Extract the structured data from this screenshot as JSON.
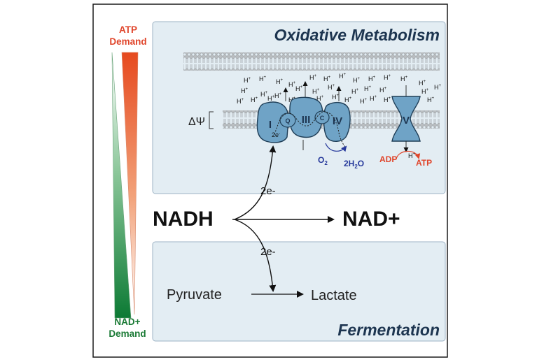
{
  "left_bar": {
    "atp_line1": "ATP",
    "atp_line2": "Demand",
    "nad_line1": "NAD+",
    "nad_line2": "Demand",
    "atp_color": "#e64a2e",
    "nad_color": "#1a7a35"
  },
  "oxidative": {
    "title": "Oxidative Metabolism",
    "delta_psi": "ΔΨ",
    "complex_I": "I",
    "complex_III": "III",
    "complex_IV": "IV",
    "complex_V": "V",
    "q_label": "Q",
    "c_label": "C",
    "two_e": "2e",
    "o2": "O",
    "o2_sub": "2",
    "h2o_pre": "2H",
    "h2o_sub": "2",
    "h2o_post": "O",
    "adp": "ADP",
    "atp": "ATP",
    "h_plus": "H",
    "h_sup": "+"
  },
  "center": {
    "nadh": "NADH",
    "nad_plus": "NAD+",
    "e_top": "2e-",
    "e_bottom": "2e-"
  },
  "fermentation": {
    "title": "Fermentation",
    "pyruvate": "Pyruvate",
    "lactate": "Lactate"
  },
  "colors": {
    "panel_bg": "#e3edf3",
    "panel_border": "#9db3c4",
    "complex_fill": "#6fa3c6",
    "complex_stroke": "#1f3e57",
    "title_color": "#1d3550",
    "red_label": "#e0452b",
    "blue_label": "#26399b"
  }
}
